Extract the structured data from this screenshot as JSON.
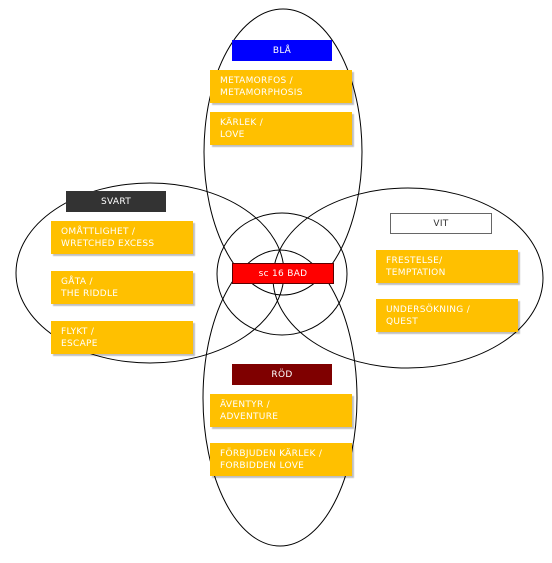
{
  "center": {
    "label": "sc 16 BAD",
    "bg": "#ff0000",
    "fg": "#ffffff"
  },
  "groups": {
    "top": {
      "title": "BLÅ",
      "bg": "#0000ff",
      "fg": "#ffffff",
      "items": [
        "METAMORFOS /\nMETAMORPHOSIS",
        "KÄRLEK /\nLOVE"
      ]
    },
    "left": {
      "title": "SVART",
      "bg": "#333333",
      "fg": "#ffffff",
      "items": [
        "OMÅTTLIGHET /\nWRETCHED EXCESS",
        "GÅTA /\nTHE RIDDLE",
        "FLYKT /\nESCAPE"
      ]
    },
    "right": {
      "title": "VIT",
      "bg": "#ffffff",
      "fg": "#333333",
      "items": [
        "FRESTELSE/\nTEMPTATION",
        "UNDERSÖKNING /\nQUEST"
      ]
    },
    "bottom": {
      "title": "RÖD",
      "bg": "#7f0000",
      "fg": "#ffffff",
      "items": [
        "ÄVENTYR /\nADVENTURE",
        "FÖRBJUDEN KÄRLEK /\nFORBIDDEN LOVE"
      ]
    }
  },
  "colors": {
    "item_bg": "#ffc000",
    "item_fg": "#ffffff",
    "outline": "#000000"
  }
}
